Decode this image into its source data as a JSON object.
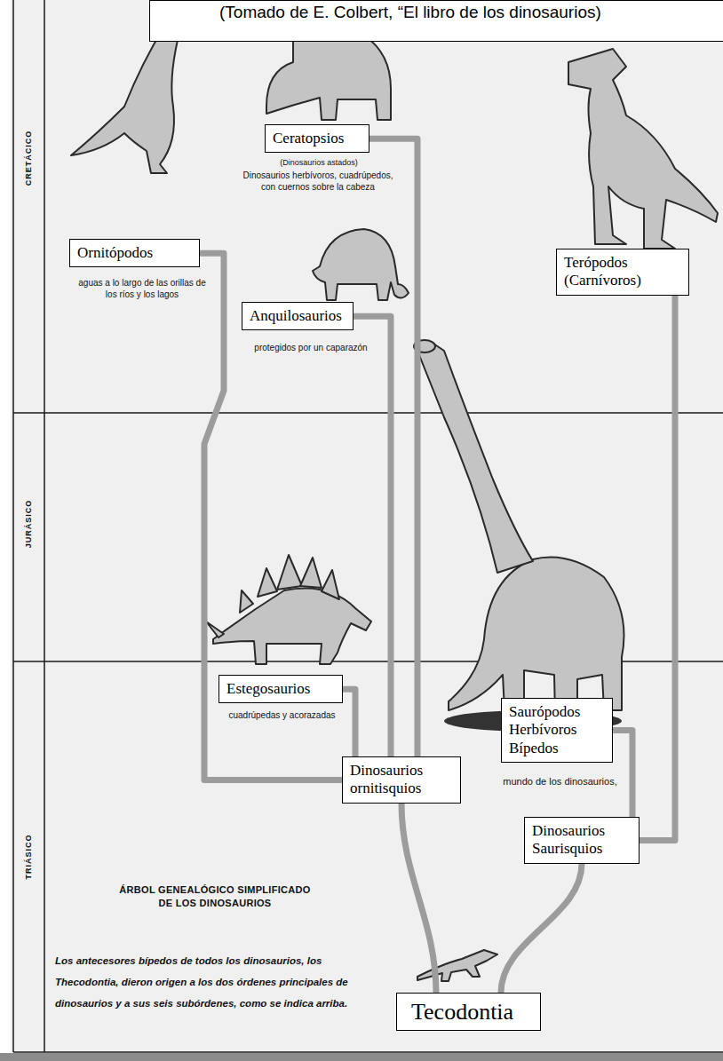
{
  "diagram": {
    "title": "ÁRBOL GENEALÓGICO SIMPLIFICADO DE LOS DINOSAURIOS",
    "caption": "(Tomado de E. Colbert, “El libro de los dinosaurios)",
    "nodes": [
      {
        "text": [
          "Ceratopsios"
        ]
      },
      {
        "text": [
          "Ornitópodos"
        ]
      },
      {
        "text": [
          "Terópodos (Carnívoros)"
        ]
      },
      {
        "text": [
          "Anquilosaurios"
        ]
      },
      {
        "text": [
          "Estegosaurios"
        ]
      },
      {
        "text": [
          "Saurópodos Herbívoros Bípedos"
        ]
      },
      {
        "text": [
          "Dinosaurios ornitisquios"
        ]
      },
      {
        "text": [
          "Dinosaurios Saurisquios"
        ]
      },
      {
        "text": [
          "Tecodontia"
        ]
      }
    ],
    "edges": [
      {
        "from": 8,
        "to": 6,
        "arrow": "none"
      },
      {
        "from": 8,
        "to": 7,
        "arrow": "none"
      },
      {
        "from": 6,
        "to": 4,
        "arrow": "none"
      },
      {
        "from": 6,
        "to": 1,
        "arrow": "none"
      },
      {
        "from": 6,
        "to": 3,
        "arrow": "none"
      },
      {
        "from": 6,
        "to": 0,
        "arrow": "none"
      },
      {
        "from": 7,
        "to": 5,
        "arrow": "none"
      },
      {
        "from": 7,
        "to": 2,
        "arrow": "none"
      }
    ],
    "labels": [
      "CRETÁCICO",
      "JURÁSICO",
      "TRIÁSICO",
      "(Dinosaurios astados)",
      "Dinosaurios herbívoros, cuadrúpedos, con cuernos sobre la cabeza",
      "aguas a lo largo de las orillas de los ríos y los lagos",
      "protegidos por un caparazón",
      "cuadrúpedas y acorazadas",
      "mundo de los dinosaurios,",
      "Los antecesores bípedos de todos los dinosaurios, los Thecodontia, dieron origen a los dos órdenes principales de dinosaurios y a sus seis subórdenes, como se indica arriba."
    ]
  }
}
